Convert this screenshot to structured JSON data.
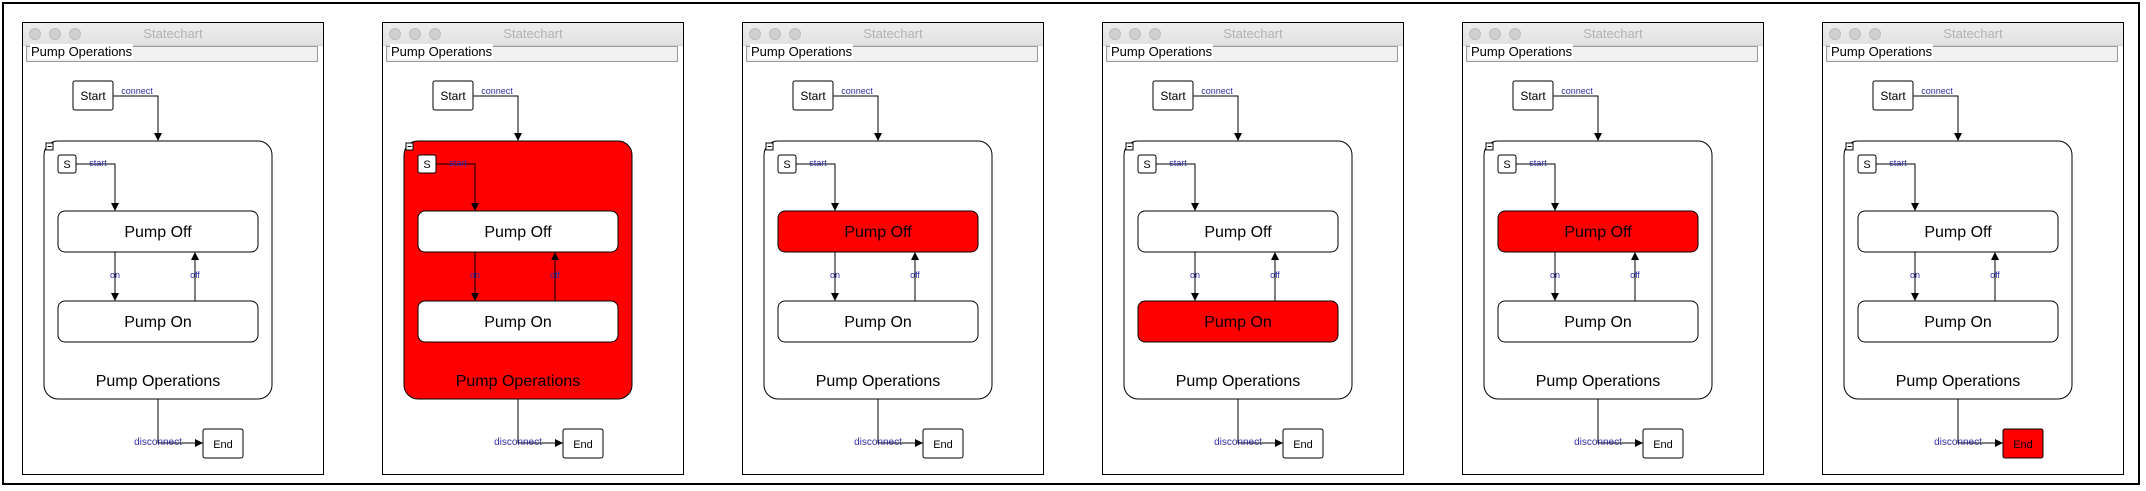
{
  "window": {
    "title": "Statechart"
  },
  "tab": {
    "label": "Pump Operations"
  },
  "labels": {
    "start": "Start",
    "end": "End",
    "initial": "S",
    "pump_off": "Pump Off",
    "pump_on": "Pump On",
    "composite": "Pump Operations",
    "connect": "connect",
    "start_transition": "start",
    "on": "on",
    "off": "off",
    "disconnect": "disconnect"
  },
  "colors": {
    "active": "#ff0000",
    "transition_label": "#2e2ea6",
    "inactive": "#ffffff"
  },
  "panels": [
    {
      "active": []
    },
    {
      "active": [
        "composite"
      ]
    },
    {
      "active": [
        "pump_off"
      ]
    },
    {
      "active": [
        "pump_on"
      ]
    },
    {
      "active": [
        "pump_off"
      ]
    },
    {
      "active": [
        "end"
      ]
    }
  ]
}
